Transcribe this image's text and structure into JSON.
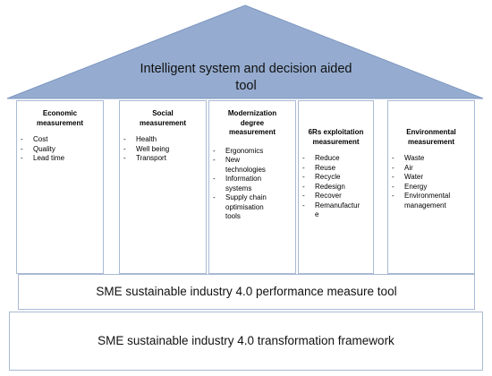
{
  "roof": {
    "title_line1": "Intelligent system and decision aided",
    "title_line2": "tool",
    "fill": "#95acd0",
    "stroke": "#7f97c0"
  },
  "pillars": [
    {
      "title": [
        "Economic",
        "measurement"
      ],
      "items": [
        [
          "Cost"
        ],
        [
          "Quality"
        ],
        [
          "Lead time"
        ]
      ]
    },
    {
      "title": [
        "Social",
        "measurement"
      ],
      "items": [
        [
          "Health"
        ],
        [
          "Well being"
        ],
        [
          "Transport"
        ]
      ]
    },
    {
      "title": [
        "Modernization",
        "degree",
        "measurement"
      ],
      "items": [
        [
          "Ergonomics"
        ],
        [
          "New",
          "technologies"
        ],
        [
          "Information",
          "systems"
        ],
        [
          "Supply chain",
          "optimisation",
          "tools"
        ]
      ]
    },
    {
      "title": [
        "6Rs exploitation",
        "measurement"
      ],
      "items": [
        [
          "Reduce"
        ],
        [
          "Reuse"
        ],
        [
          "Recycle"
        ],
        [
          "Redesign"
        ],
        [
          "Recover"
        ],
        [
          "Remanufactur",
          "e"
        ]
      ]
    },
    {
      "title": [
        "Environmental",
        "measurement"
      ],
      "items": [
        [
          "Waste"
        ],
        [
          "Air"
        ],
        [
          "Water"
        ],
        [
          "Energy"
        ],
        [
          "Environmental",
          "management"
        ]
      ]
    }
  ],
  "bands": {
    "performance_tool": "SME sustainable industry 4.0 performance measure tool",
    "framework": "SME sustainable industry 4.0 transformation framework"
  }
}
